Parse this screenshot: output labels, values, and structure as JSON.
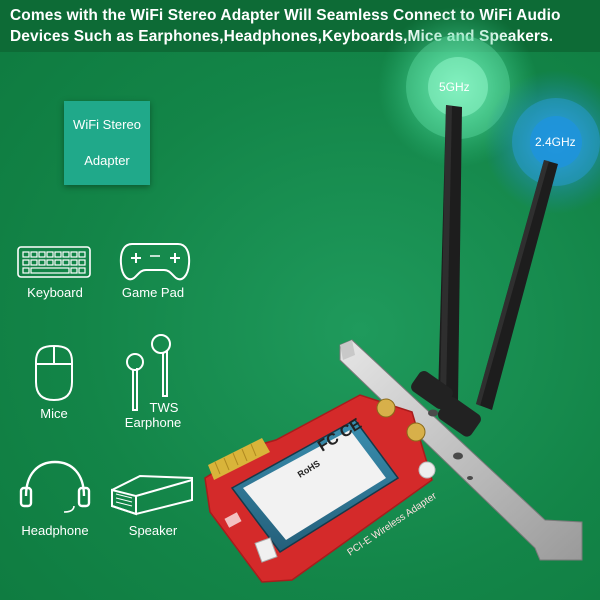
{
  "banner": {
    "line1": "Comes with the WiFi Stereo Adapter Will Seamless Connect to WiFi Audio",
    "line2": "Devices Such as Earphones,Headphones,Keyboards,Mice and Speakers."
  },
  "adapter_box": {
    "line1": "WiFi Stereo",
    "line2": "Adapter"
  },
  "devices": {
    "keyboard": "Keyboard",
    "gamepad": "Game Pad",
    "mice": "Mice",
    "tws_line1": "TWS",
    "tws_line2": "Earphone",
    "headphone": "Headphone",
    "speaker": "Speaker"
  },
  "bands": {
    "band_5": "5GHz",
    "band_24": "2.4GHz"
  },
  "card": {
    "bottom_print": "PCI-E Wireless Adapter"
  },
  "colors": {
    "background": "#138548",
    "banner": "#0d6b36",
    "box": "#20a98a",
    "pcb": "#d42a2a"
  }
}
